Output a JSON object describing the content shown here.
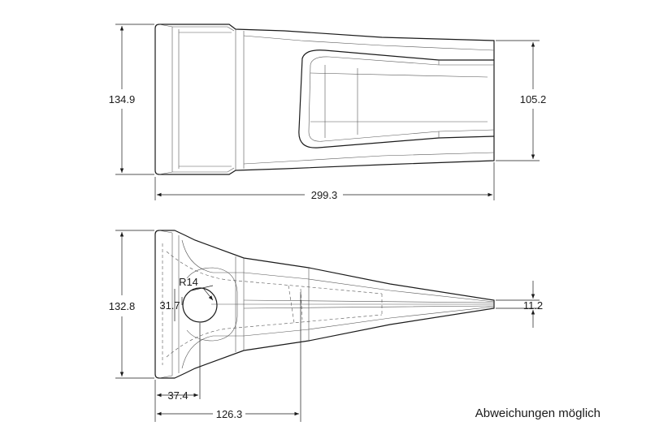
{
  "top_view": {
    "dim_height_left": "134.9",
    "dim_height_right": "105.2",
    "dim_length": "299.3"
  },
  "side_view": {
    "dim_height_left": "132.8",
    "dim_hole_diameter": "31.7",
    "dim_radius": "R14",
    "dim_tip": "11.2",
    "dim_offset_short": "37.4",
    "dim_offset_long": "126.3"
  },
  "note": "Abweichungen möglich"
}
